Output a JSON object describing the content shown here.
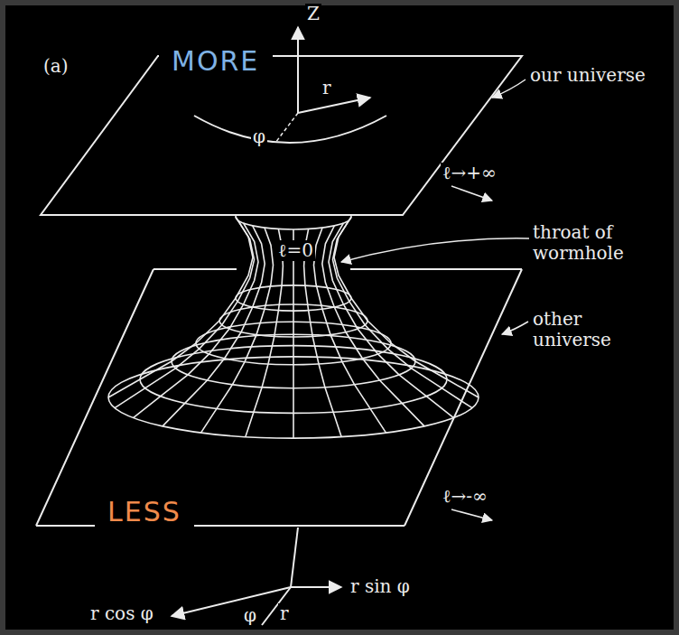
{
  "diagram": {
    "nodes": [
      {
        "text": [
          "MORE"
        ]
      },
      {
        "text": [
          "LESS"
        ]
      }
    ],
    "labels": [
      "(a)",
      "Z",
      "our universe",
      "r",
      "φ",
      "ℓ→+∞",
      "throat of wormhole",
      "ℓ=0",
      "other universe",
      "ℓ→-∞",
      "r sin φ",
      "r cos φ",
      "φ",
      "r"
    ]
  }
}
